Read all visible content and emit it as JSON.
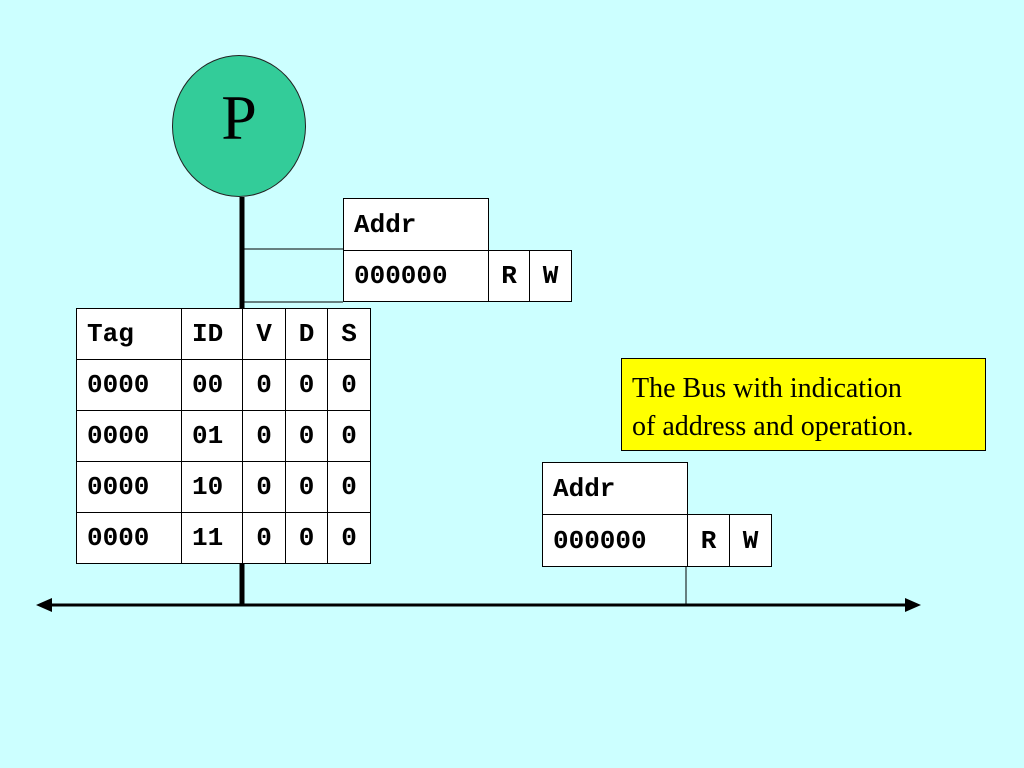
{
  "processor": {
    "label": "P"
  },
  "bus_top": {
    "addr_label": "Addr",
    "addr_value": "000000",
    "read": "R",
    "write": "W"
  },
  "bus_bottom": {
    "addr_label": "Addr",
    "addr_value": "000000",
    "read": "R",
    "write": "W"
  },
  "cache": {
    "headers": [
      "Tag",
      "ID",
      "V",
      "D",
      "S"
    ],
    "rows": [
      [
        "0000",
        "00",
        "0",
        "0",
        "0"
      ],
      [
        "0000",
        "01",
        "0",
        "0",
        "0"
      ],
      [
        "0000",
        "10",
        "0",
        "0",
        "0"
      ],
      [
        "0000",
        "11",
        "0",
        "0",
        "0"
      ]
    ]
  },
  "note": {
    "line1": "The Bus with indication",
    "line2": "of address and operation."
  },
  "colors": {
    "background": "#ccffff",
    "processor": "#33cc99",
    "note": "#ffff00"
  }
}
